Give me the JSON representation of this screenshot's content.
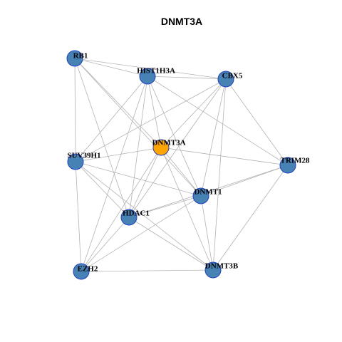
{
  "title": "DNMT3A",
  "colors": {
    "node_default": "#4682b4",
    "node_focus": "#ffa500",
    "node_border": "#1f3fd0",
    "edge": "#b3b3b3"
  },
  "nodes": [
    {
      "id": "DNMT3A",
      "label": "DNMT3A",
      "focus": true
    },
    {
      "id": "RB1",
      "label": "RB1",
      "focus": false
    },
    {
      "id": "HIST1H3A",
      "label": "HIST1H3A",
      "focus": false
    },
    {
      "id": "CBX5",
      "label": "CBX5",
      "focus": false
    },
    {
      "id": "TRIM28",
      "label": "TRIM28",
      "focus": false
    },
    {
      "id": "SUV39H1",
      "label": "SUV39H1",
      "focus": false
    },
    {
      "id": "DNMT1",
      "label": "DNMT1",
      "focus": false
    },
    {
      "id": "HDAC1",
      "label": "HDAC1",
      "focus": false
    },
    {
      "id": "EZH2",
      "label": "EZH2",
      "focus": false
    },
    {
      "id": "DNMT3B",
      "label": "DNMT3B",
      "focus": false
    }
  ],
  "edges": [
    [
      "RB1",
      "HIST1H3A"
    ],
    [
      "RB1",
      "CBX5"
    ],
    [
      "RB1",
      "SUV39H1"
    ],
    [
      "RB1",
      "DNMT3A"
    ],
    [
      "RB1",
      "DNMT1"
    ],
    [
      "RB1",
      "HDAC1"
    ],
    [
      "HIST1H3A",
      "CBX5"
    ],
    [
      "HIST1H3A",
      "SUV39H1"
    ],
    [
      "HIST1H3A",
      "HDAC1"
    ],
    [
      "HIST1H3A",
      "EZH2"
    ],
    [
      "HIST1H3A",
      "DNMT1"
    ],
    [
      "HIST1H3A",
      "TRIM28"
    ],
    [
      "HIST1H3A",
      "DNMT3A"
    ],
    [
      "CBX5",
      "SUV39H1"
    ],
    [
      "CBX5",
      "DNMT3A"
    ],
    [
      "CBX5",
      "TRIM28"
    ],
    [
      "CBX5",
      "DNMT1"
    ],
    [
      "CBX5",
      "DNMT3B"
    ],
    [
      "CBX5",
      "HDAC1"
    ],
    [
      "DNMT3A",
      "SUV39H1"
    ],
    [
      "DNMT3A",
      "TRIM28"
    ],
    [
      "DNMT3A",
      "DNMT1"
    ],
    [
      "DNMT3A",
      "HDAC1"
    ],
    [
      "DNMT3A",
      "EZH2"
    ],
    [
      "DNMT3A",
      "DNMT3B"
    ],
    [
      "SUV39H1",
      "DNMT1"
    ],
    [
      "SUV39H1",
      "HDAC1"
    ],
    [
      "SUV39H1",
      "EZH2"
    ],
    [
      "SUV39H1",
      "DNMT3B"
    ],
    [
      "TRIM28",
      "DNMT1"
    ],
    [
      "TRIM28",
      "HDAC1"
    ],
    [
      "TRIM28",
      "DNMT3B"
    ],
    [
      "DNMT1",
      "HDAC1"
    ],
    [
      "DNMT1",
      "EZH2"
    ],
    [
      "DNMT1",
      "DNMT3B"
    ],
    [
      "HDAC1",
      "EZH2"
    ],
    [
      "HDAC1",
      "DNMT3B"
    ],
    [
      "EZH2",
      "DNMT3B"
    ]
  ]
}
